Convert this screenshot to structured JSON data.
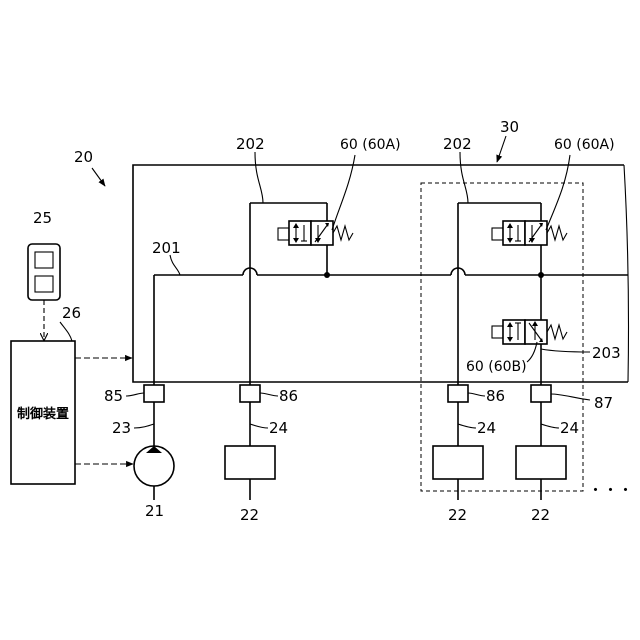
{
  "labels": {
    "system": "20",
    "unit": "30",
    "display": "25",
    "controller": "26",
    "controller_name": "制御装置",
    "pump": "21",
    "supply_line": "201",
    "branch_a": "202",
    "branch_b": "202",
    "branch_c": "203",
    "valve_a1": "60 (60A)",
    "valve_a2": "60 (60A)",
    "valve_b": "60 (60B)",
    "port_85": "85",
    "port_86a": "86",
    "port_86b": "86",
    "port_87": "87",
    "hose_23": "23",
    "hose_24a": "24",
    "hose_24b": "24",
    "hose_24c": "24",
    "actuator_a": "22",
    "actuator_b": "22",
    "actuator_c": "22",
    "continuation": "・・・"
  }
}
